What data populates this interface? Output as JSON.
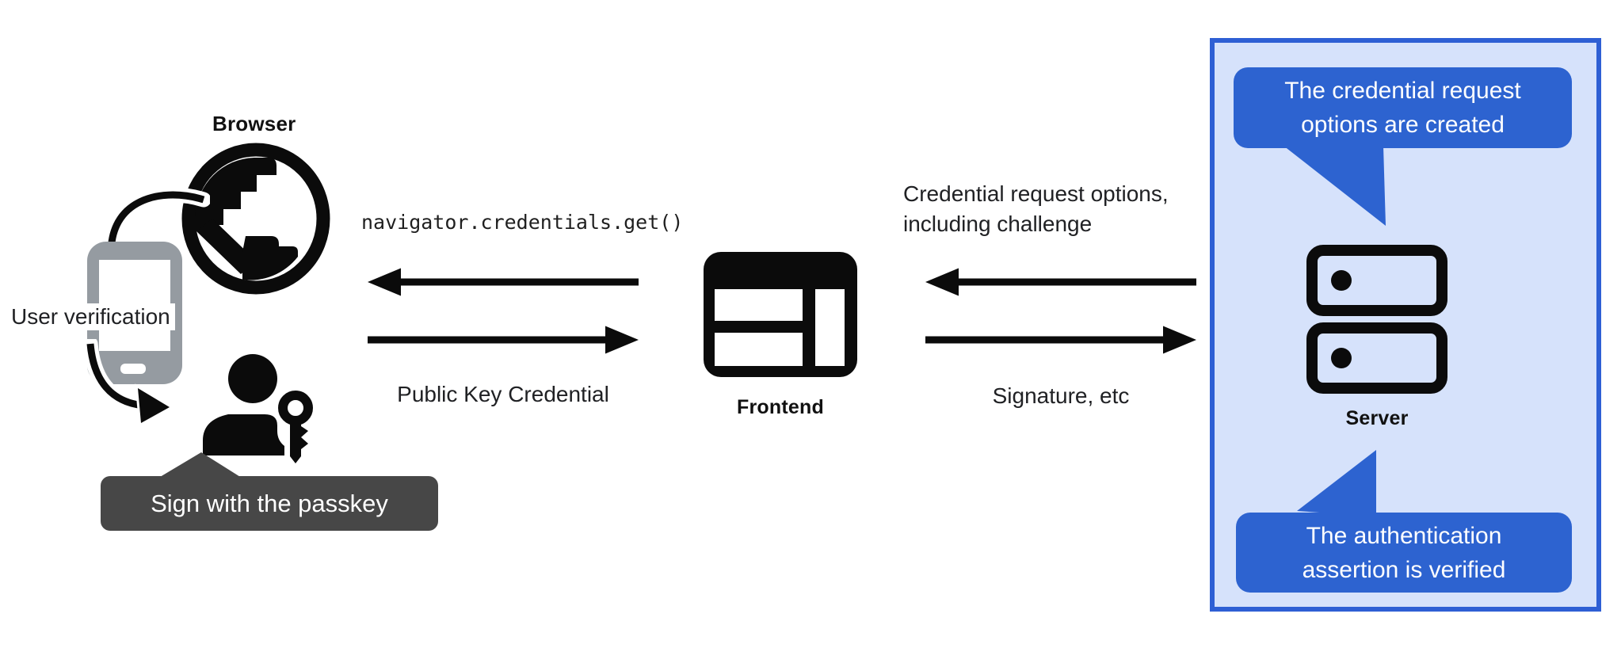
{
  "diagram": {
    "description": "Passkey authentication flow diagram",
    "left": {
      "browser_label": "Browser",
      "user_verification_label": "User verification",
      "passkey_tooltip": "Sign with the passkey"
    },
    "middle": {
      "code_call": "navigator.credentials.get()",
      "response_label": "Public Key Credential",
      "frontend_label": "Frontend"
    },
    "right": {
      "request_line1": "Credential request options,",
      "request_line2": "including challenge",
      "response_label": "Signature, etc"
    },
    "server_panel": {
      "bubble_top": {
        "lines": [
          "The credential request",
          "options are created"
        ]
      },
      "server_label": "Server",
      "bubble_bottom": {
        "lines": [
          "The authentication",
          "assertion is verified"
        ]
      }
    },
    "icons": {
      "globe-icon": "globe with continents",
      "smartphone-icon": "smartphone",
      "user-key-icon": "person with passkey",
      "frontend-icon": "browser window layout",
      "server-icon": "stacked server racks",
      "arrow-icon": "black flow arrow"
    },
    "colors": {
      "bubble_blue": "#2d63d0",
      "panel_background": "#d6e2fb",
      "panel_border": "#2e5fd4",
      "phone_gray": "#959ba1",
      "tooltip_gray": "#474747",
      "text_dark": "#202124"
    }
  }
}
